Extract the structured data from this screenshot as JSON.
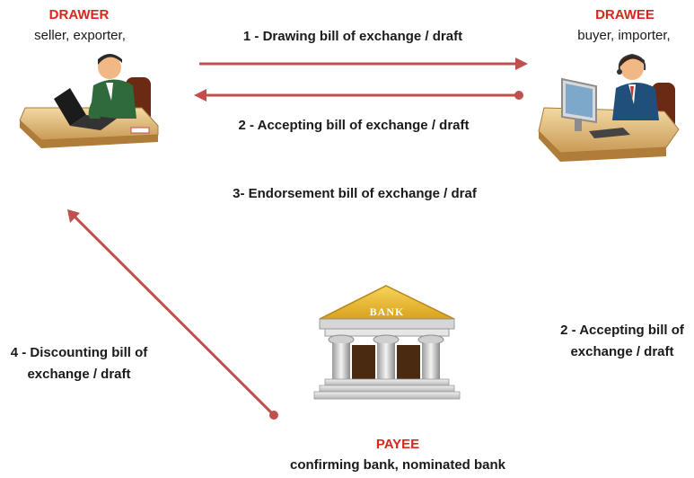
{
  "drawer": {
    "title": "DRAWER",
    "subtitle": "seller, exporter,"
  },
  "drawee": {
    "title": "DRAWEE",
    "subtitle": "buyer, importer,"
  },
  "payee": {
    "title": "PAYEE",
    "subtitle": "confirming bank, nominated bank"
  },
  "bank_sign": "BANK",
  "steps": {
    "step1": "1 - Drawing bill of exchange / draft",
    "step2_top": "2 - Accepting bill of exchange / draft",
    "step3": "3- Endorsement bill of exchange / draf",
    "step2_right_line1": "2 - Accepting bill of",
    "step2_right_line2": "exchange / draft",
    "step4_line1": "4 - Discounting bill of",
    "step4_line2": "exchange / draft"
  },
  "colors": {
    "arrow": "#c0504d",
    "title_red": "#d9261c",
    "bank_gold": "#e8b830"
  },
  "icons": [
    "drawer-person-at-desk-icon",
    "drawee-person-with-headset-icon",
    "bank-building-icon"
  ]
}
